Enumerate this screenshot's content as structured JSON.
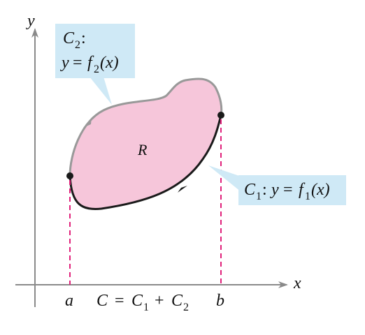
{
  "axes": {
    "x_label": "x",
    "y_label": "y"
  },
  "region": {
    "label": "R"
  },
  "tick_labels": {
    "a": "a",
    "b": "b"
  },
  "equation": {
    "c": "C",
    "equals": "=",
    "c1_base": "C",
    "c1_sub": "1",
    "plus": "+",
    "c2_base": "C",
    "c2_sub": "2"
  },
  "callout_c2": {
    "name_base": "C",
    "name_sub": "2",
    "name_colon": ":",
    "y": "y",
    "equals": "=",
    "f": "f",
    "f_sub": "2",
    "arg": "(x)"
  },
  "callout_c1": {
    "name_base": "C",
    "name_sub": "1",
    "colon": ":",
    "y": "y",
    "equals": "=",
    "f": "f",
    "f_sub": "1",
    "arg": "(x)"
  },
  "colors": {
    "region_fill": "#f6c6da",
    "lower_curve": "#1a1a1a",
    "upper_curve": "#999999",
    "dash_lines": "#e0207a",
    "callout_bg": "#cfe9f6",
    "axis": "#8a8a8a"
  }
}
